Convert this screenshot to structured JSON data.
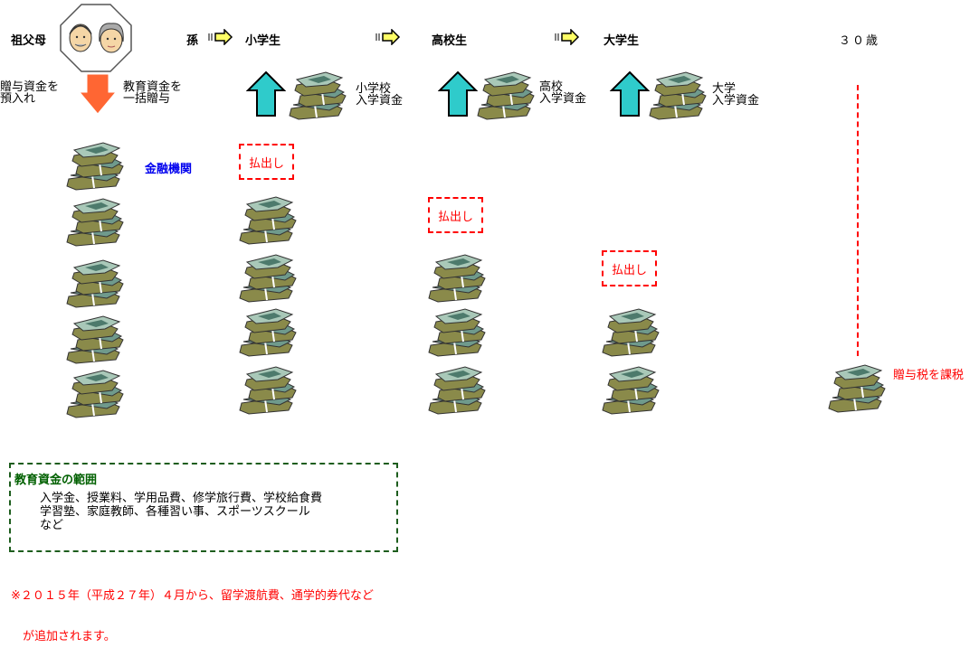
{
  "header": {
    "grandparents_label": "祖父母",
    "grandchild_label": "孫",
    "stages": [
      "小学生",
      "高校生",
      "大学生"
    ],
    "age_label": "３０歳"
  },
  "deposit": {
    "left_text": "贈与資金を\n預入れ",
    "right_text": "教育資金を\n一括贈与"
  },
  "withdrawals": [
    {
      "label": "小学校\n入学資金"
    },
    {
      "label": "高校\n入学資金"
    },
    {
      "label": "大学\n入学資金"
    }
  ],
  "institution_label": "金融機関",
  "withdraw_label": "払出し",
  "gift_tax_label": "贈与税を課税",
  "education_range": {
    "title": "教育資金の範囲",
    "lines": [
      "入学金、授業料、学用品費、修学旅行費、学校給食費",
      "学習塾、家庭教師、各種習い事、スポーツスクール",
      "など"
    ]
  },
  "note": {
    "lines": [
      "※２０１５年（平成２７年）４月から、留学渡航費、通学的券代など",
      "　が追加されます。"
    ]
  },
  "colors": {
    "accent_red": "#ff0000",
    "institution_blue": "#0000ee",
    "range_green": "#1d5d1d",
    "arrow_cyan": "#2fcbcb",
    "arrow_orange": "#ff6633",
    "arrow_yellow": "#ffff66"
  },
  "icons": {
    "grandfather": "grandfather-face-icon",
    "grandmother": "grandmother-face-icon",
    "money": "money-stack-icon",
    "arrow_up": "arrow-up-icon",
    "arrow_down": "arrow-down-icon",
    "arrow_right": "arrow-right-icon"
  }
}
